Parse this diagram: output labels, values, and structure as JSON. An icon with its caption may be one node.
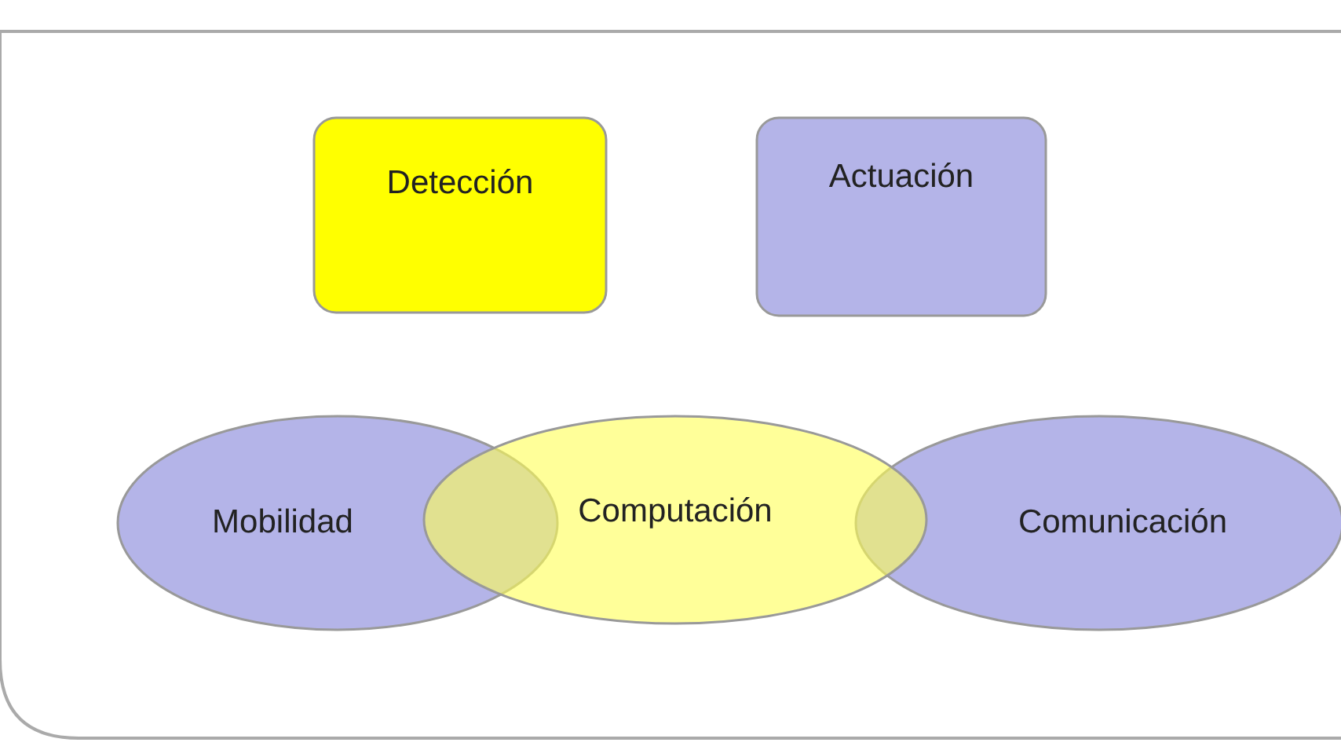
{
  "diagram": {
    "nodes": [
      {
        "text": [
          "Detección"
        ]
      },
      {
        "text": [
          "Actuación"
        ]
      },
      {
        "text": [
          "Mobilidad"
        ]
      },
      {
        "text": [
          "Computación"
        ]
      },
      {
        "text": [
          "Comunicación"
        ]
      }
    ]
  }
}
